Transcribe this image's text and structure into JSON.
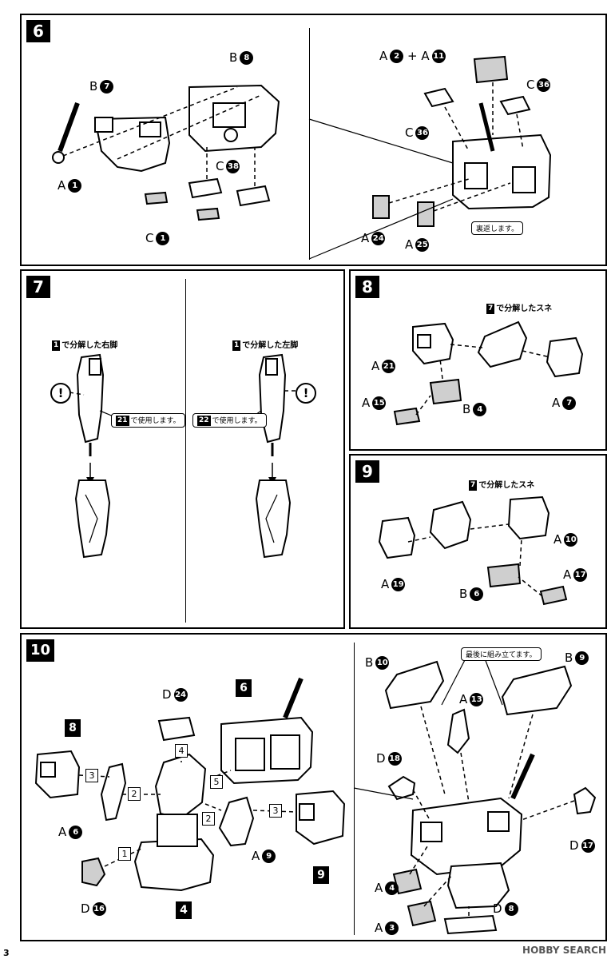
{
  "steps": {
    "s6": {
      "num": "6",
      "labels": {
        "b8": "B",
        "b8n": "8",
        "b7": "B",
        "b7n": "7",
        "a1": "A",
        "a1n": "1",
        "c38": "C",
        "c38n": "38",
        "c1": "C",
        "c1n": "1",
        "a2": "A",
        "a2n": "2",
        "plus": "+",
        "a11": "A",
        "a11n": "11",
        "c36a": "C",
        "c36an": "36",
        "c36b": "C",
        "c36bn": "36",
        "a24": "A",
        "a24n": "24",
        "a25": "A",
        "a25n": "25"
      },
      "callout": "裏返します。"
    },
    "s7": {
      "num": "7",
      "right_leg": "で分解した右脚",
      "right_leg_ref": "1",
      "left_leg": "で分解した左脚",
      "left_leg_ref": "1",
      "use21_ref": "21",
      "use21": "で使用します。",
      "use22_ref": "22",
      "use22": "で使用します。",
      "excl": "!"
    },
    "s8": {
      "num": "8",
      "note_ref": "7",
      "note": "で分解したスネ",
      "labels": {
        "a21": "A",
        "a21n": "21",
        "a15": "A",
        "a15n": "15",
        "b4": "B",
        "b4n": "4",
        "a7": "A",
        "a7n": "7"
      }
    },
    "s9": {
      "num": "9",
      "note_ref": "7",
      "note": "で分解したスネ",
      "labels": {
        "a10": "A",
        "a10n": "10",
        "a19": "A",
        "a19n": "19",
        "b6": "B",
        "b6n": "6",
        "a17": "A",
        "a17n": "17"
      }
    },
    "s10": {
      "num": "10",
      "blocks": {
        "b8": "8",
        "b6": "6",
        "b9": "9",
        "b4": "4"
      },
      "tags": {
        "t1": "1",
        "t2a": "2",
        "t2b": "2",
        "t3a": "3",
        "t3b": "3",
        "t4": "4",
        "t5": "5"
      },
      "labels": {
        "d24": "D",
        "d24n": "24",
        "a6": "A",
        "a6n": "6",
        "a9": "A",
        "a9n": "9",
        "d16": "D",
        "d16n": "16",
        "b10": "B",
        "b10n": "10",
        "b9r": "B",
        "b9rn": "9",
        "a13": "A",
        "a13n": "13",
        "d18": "D",
        "d18n": "18",
        "d17": "D",
        "d17n": "17",
        "a4": "A",
        "a4n": "4",
        "a3": "A",
        "a3n": "3",
        "d8": "D",
        "d8n": "8"
      },
      "callout": "最後に組み立てます。"
    }
  },
  "footer": {
    "page": "3",
    "watermark": "HOBBY SEARCH"
  }
}
